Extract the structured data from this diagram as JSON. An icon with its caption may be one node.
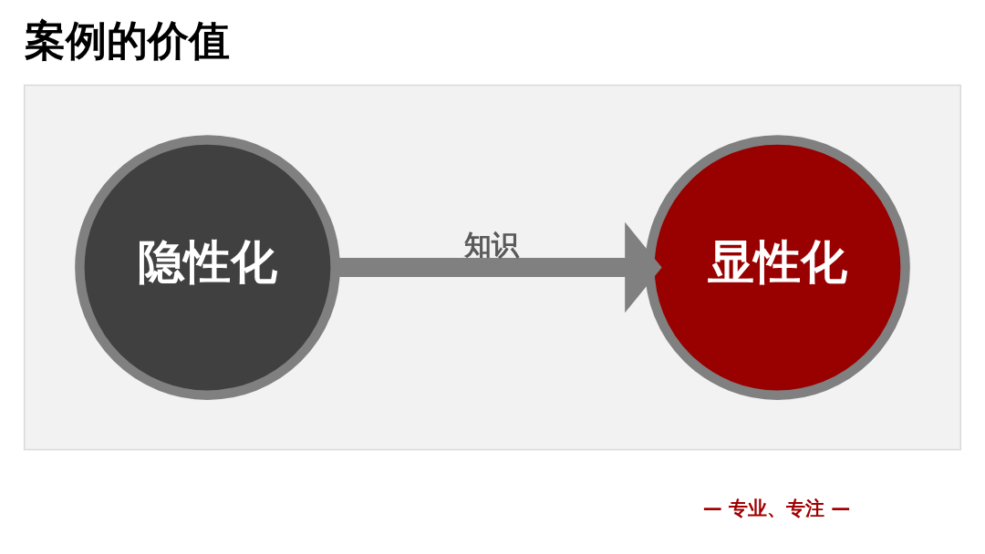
{
  "diagram": {
    "title": "案例的价值",
    "nodes": [
      {
        "text": [],
        "shape": "box"
      },
      {
        "text": [
          "隐性化"
        ],
        "in": 0
      },
      {
        "text": [
          "显性化"
        ],
        "in": 0
      }
    ],
    "edges": [
      {
        "from": 1,
        "to": 2,
        "arrow": "to",
        "label": "知识"
      }
    ],
    "labels": [
      "— 专业、专注 —"
    ]
  }
}
